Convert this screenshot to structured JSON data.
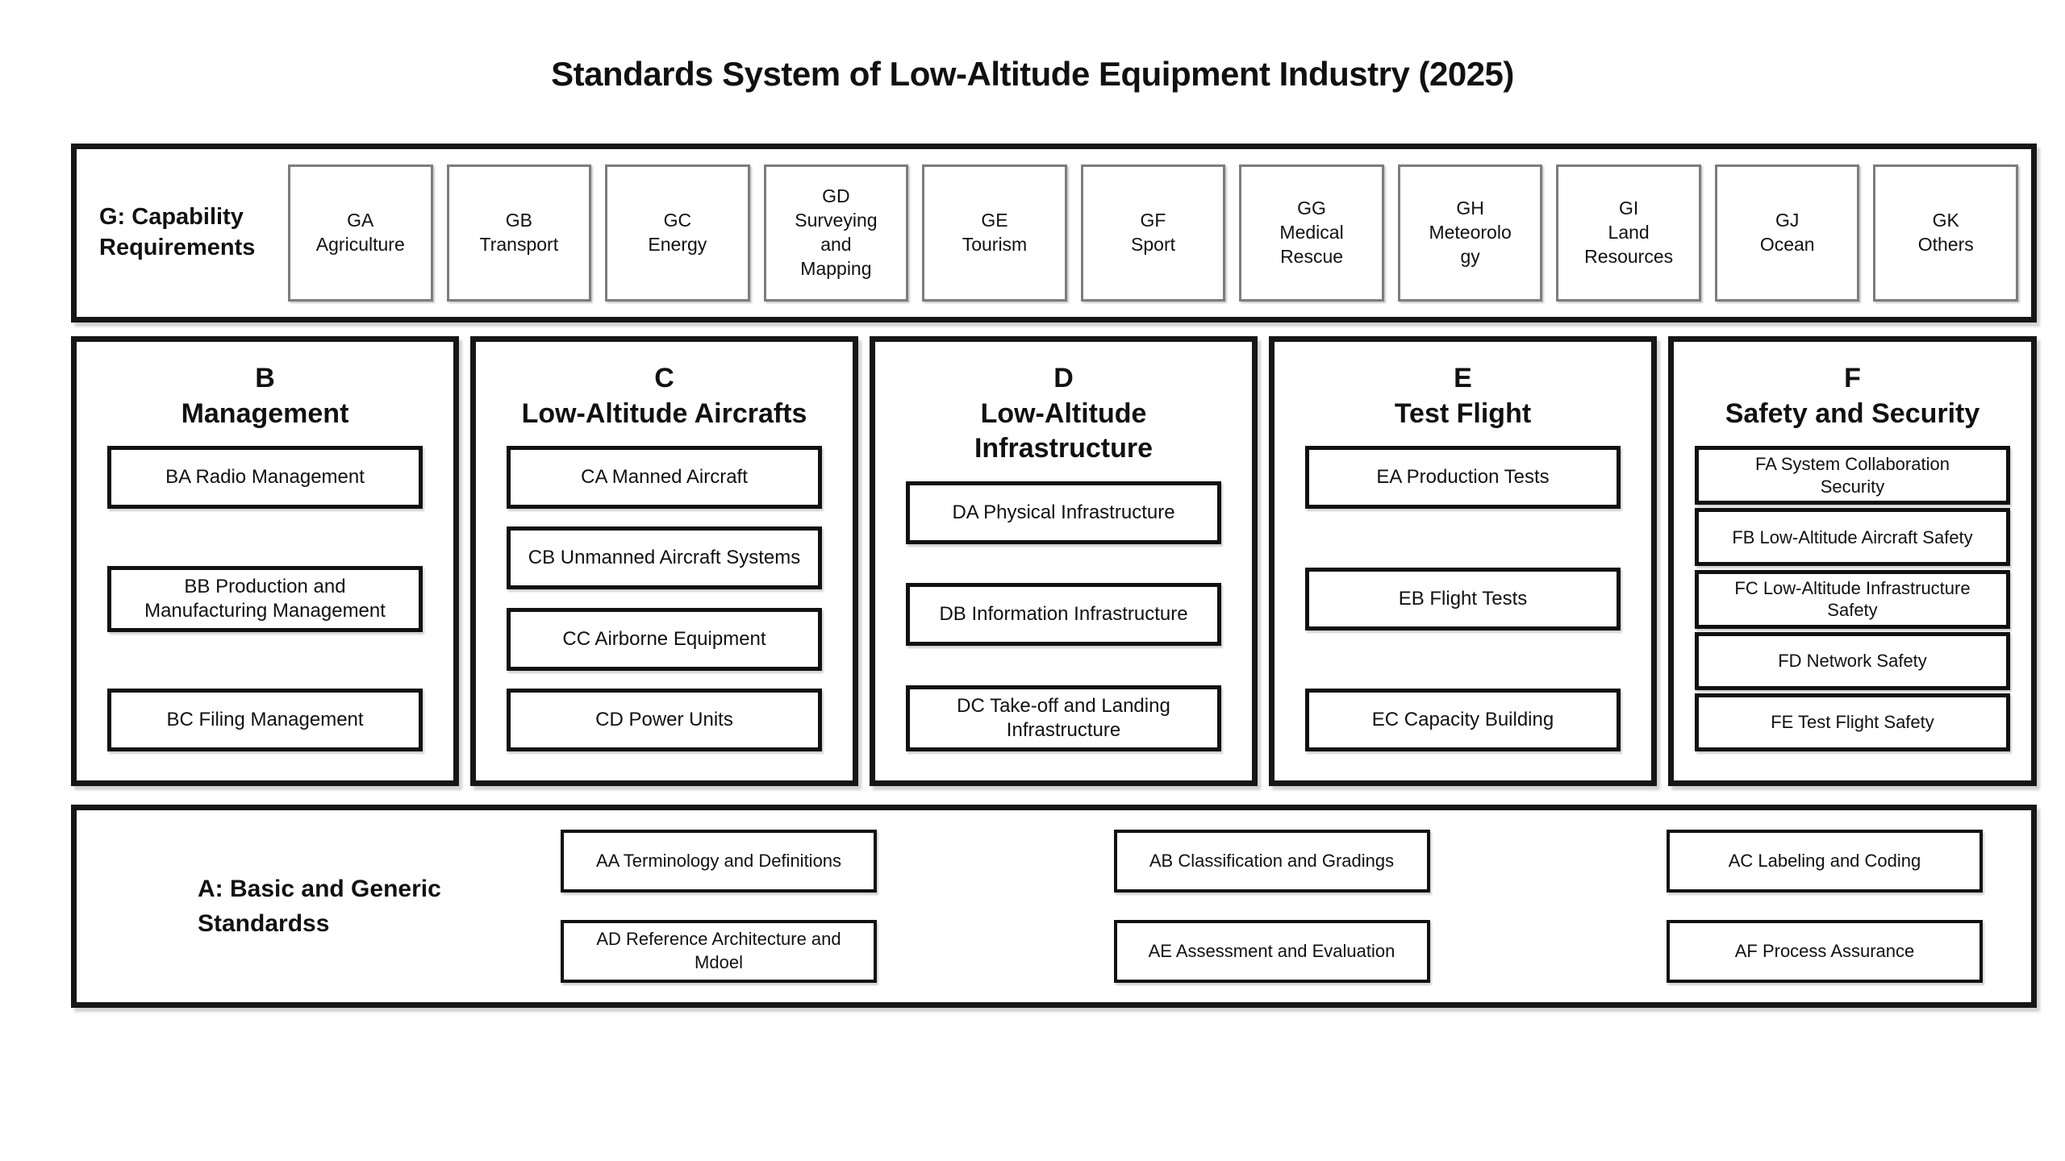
{
  "title": "Standards System of Low-Altitude Equipment Industry (2025)",
  "capability": {
    "label": "G: Capability\nRequirements",
    "items": [
      "GA\nAgriculture",
      "GB\nTransport",
      "GC\nEnergy",
      "GD\nSurveying\nand\nMapping",
      "GE\nTourism",
      "GF\nSport",
      "GG\nMedical\nRescue",
      "GH\nMeteorolo\ngy",
      "GI\nLand\nResources",
      "GJ\nOcean",
      "GK\nOthers"
    ]
  },
  "columns": [
    {
      "header": "B\nManagement",
      "items": [
        "BA Radio Management",
        "BB Production and\nManufacturing Management",
        "BC Filing Management"
      ]
    },
    {
      "header": "C\nLow-Altitude Aircrafts",
      "items": [
        "CA Manned Aircraft",
        "CB Unmanned Aircraft Systems",
        "CC Airborne Equipment",
        "CD Power Units"
      ]
    },
    {
      "header": "D\nLow-Altitude\nInfrastructure",
      "items": [
        "DA Physical Infrastructure",
        "DB Information Infrastructure",
        "DC Take-off and Landing\nInfrastructure"
      ]
    },
    {
      "header": "E\nTest Flight",
      "items": [
        "EA Production Tests",
        "EB Flight Tests",
        "EC Capacity Building"
      ]
    },
    {
      "header": "F\nSafety and Security",
      "items": [
        "FA System Collaboration\nSecurity",
        "FB Low-Altitude Aircraft Safety",
        "FC Low-Altitude Infrastructure\nSafety",
        "FD Network Safety",
        "FE Test Flight Safety"
      ]
    }
  ],
  "basic": {
    "label": "A: Basic and Generic\nStandardss",
    "items": [
      "AA Terminology and Definitions",
      "AB Classification and Gradings",
      "AC Labeling and Coding",
      "AD Reference Architecture and\nMdoel",
      "AE Assessment and Evaluation",
      "AF Process Assurance"
    ]
  },
  "colors": {
    "border_dark": "#161616",
    "border_gray": "#7d7d7d",
    "text": "#111111",
    "background": "#ffffff"
  }
}
